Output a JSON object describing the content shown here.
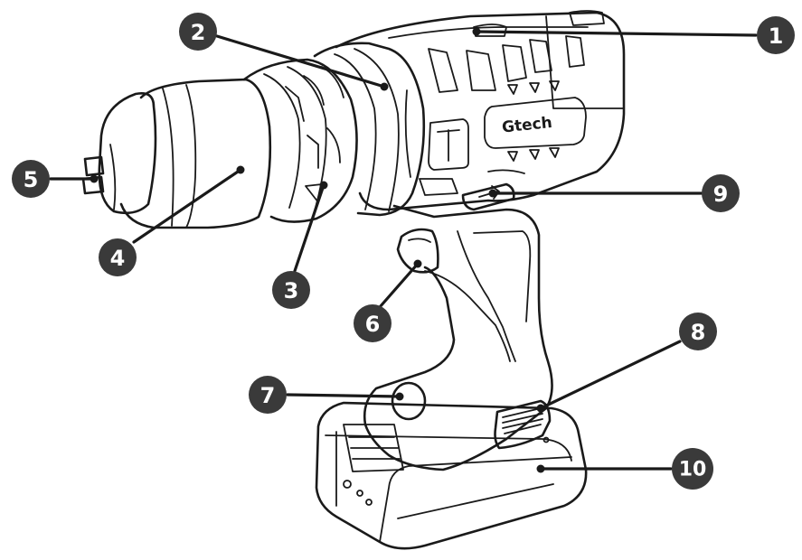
{
  "brand": {
    "logo_text": "Gtech"
  },
  "labels": [
    {
      "id": "1",
      "text": "1"
    },
    {
      "id": "2",
      "text": "2"
    },
    {
      "id": "3",
      "text": "3"
    },
    {
      "id": "4",
      "text": "4"
    },
    {
      "id": "5",
      "text": "5"
    },
    {
      "id": "6",
      "text": "6"
    },
    {
      "id": "7",
      "text": "7"
    },
    {
      "id": "8",
      "text": "8"
    },
    {
      "id": "9",
      "text": "9"
    },
    {
      "id": "10",
      "text": "10"
    }
  ],
  "colors": {
    "line": "#1a1a1a",
    "badge": "#3a3a3a",
    "badge_text": "#ffffff",
    "background": "#ffffff"
  }
}
